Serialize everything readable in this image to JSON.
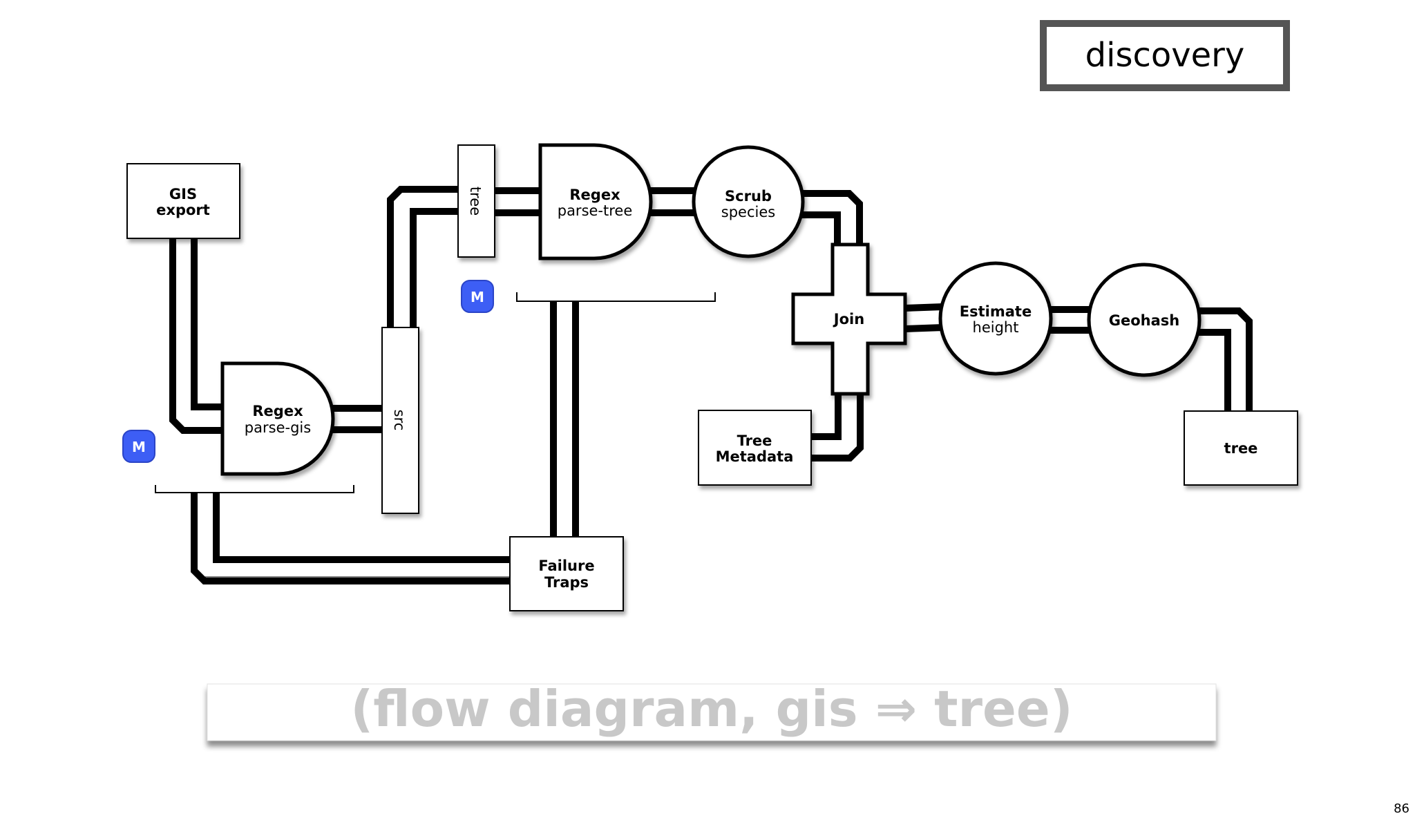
{
  "slide": {
    "title": "discovery",
    "caption": "(flow diagram, gis ⇒ tree)",
    "page_number": "86"
  },
  "nodes": {
    "gis_export": {
      "line1": "GIS",
      "line2": "export"
    },
    "regex_gis": {
      "line1": "Regex",
      "line2": "parse-gis"
    },
    "src_tap": {
      "label": "src"
    },
    "tree_tap": {
      "label": "tree"
    },
    "regex_tree": {
      "line1": "Regex",
      "line2": "parse-tree"
    },
    "scrub": {
      "line1": "Scrub",
      "line2": "species"
    },
    "join": {
      "label": "Join"
    },
    "tree_meta": {
      "line1": "Tree",
      "line2": "Metadata"
    },
    "estimate": {
      "line1": "Estimate",
      "line2": "height"
    },
    "geohash": {
      "label": "Geohash"
    },
    "tree_sink": {
      "label": "tree"
    },
    "failure_traps": {
      "line1": "Failure",
      "line2": "Traps"
    },
    "map_badge_1": {
      "label": "M"
    },
    "map_badge_2": {
      "label": "M"
    }
  },
  "colors": {
    "badge_blue": "#3d5ef5",
    "title_frame": "#555555",
    "caption_text": "#c8c8c8",
    "pipe": "#000000"
  }
}
